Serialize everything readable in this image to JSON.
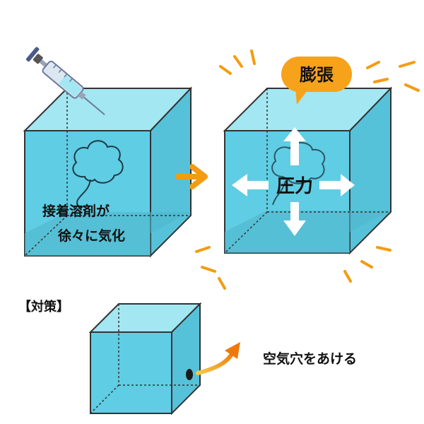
{
  "panel_before": {
    "caption_line1": "接着溶剤が",
    "caption_line2": "徐々に気化"
  },
  "panel_after": {
    "bubble_text": "膨張",
    "pressure_text": "圧力"
  },
  "countermeasure": {
    "heading": "【対策】",
    "label": "空気穴をあける"
  },
  "colors": {
    "cube_face": "#5fcde4",
    "cube_top": "#a3e7f2",
    "outline": "#333333",
    "accent_orange": "#f39c12",
    "bubble_orange": "#f7a21b",
    "pressure_arrow": "#ffffff"
  },
  "icons": {
    "syringe": "syringe-icon",
    "vapor": "vapor-cloud-icon",
    "arrow": "right-arrow-icon",
    "burst": "burst-lines-icon",
    "hole": "air-hole-icon"
  }
}
